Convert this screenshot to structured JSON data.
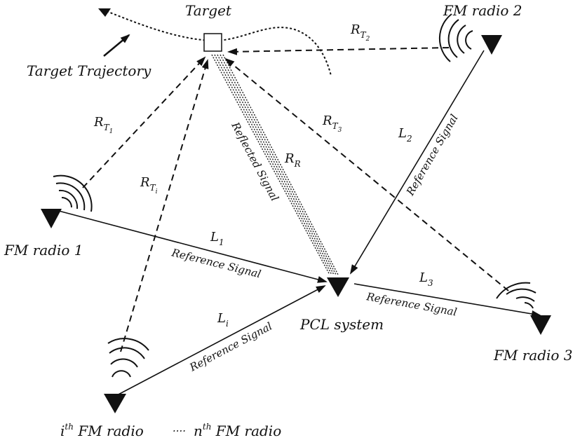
{
  "labels": {
    "target": "Target",
    "target_trajectory": "Target Trajectory",
    "fm_radio_1": "FM radio 1",
    "fm_radio_2": "FM radio 2",
    "fm_radio_3": "FM radio 3",
    "pcl_system": "PCL system",
    "ith_fm_radio": {
      "base": "i",
      "sup": "th",
      "rest": " FM radio"
    },
    "ellipsis": "····",
    "nth_fm_radio": {
      "base": "n",
      "sup": "th",
      "rest": " FM radio"
    },
    "reflected_signal": "Reflected Signal",
    "reference_signal": "Reference Signal",
    "r_t1": {
      "base": "R",
      "sub": "T",
      "subsub": "1"
    },
    "r_t2": {
      "base": "R",
      "sub": "T",
      "subsub": "2"
    },
    "r_t3": {
      "base": "R",
      "sub": "T",
      "subsub": "3"
    },
    "r_ti": {
      "base": "R",
      "sub": "T",
      "subsub": "i"
    },
    "r_r": {
      "base": "R",
      "sub": "R"
    },
    "l1": {
      "base": "L",
      "sub": "1"
    },
    "l2": {
      "base": "L",
      "sub": "2"
    },
    "l3": {
      "base": "L",
      "sub": "3"
    },
    "li": {
      "base": "L",
      "sub": "i"
    }
  }
}
